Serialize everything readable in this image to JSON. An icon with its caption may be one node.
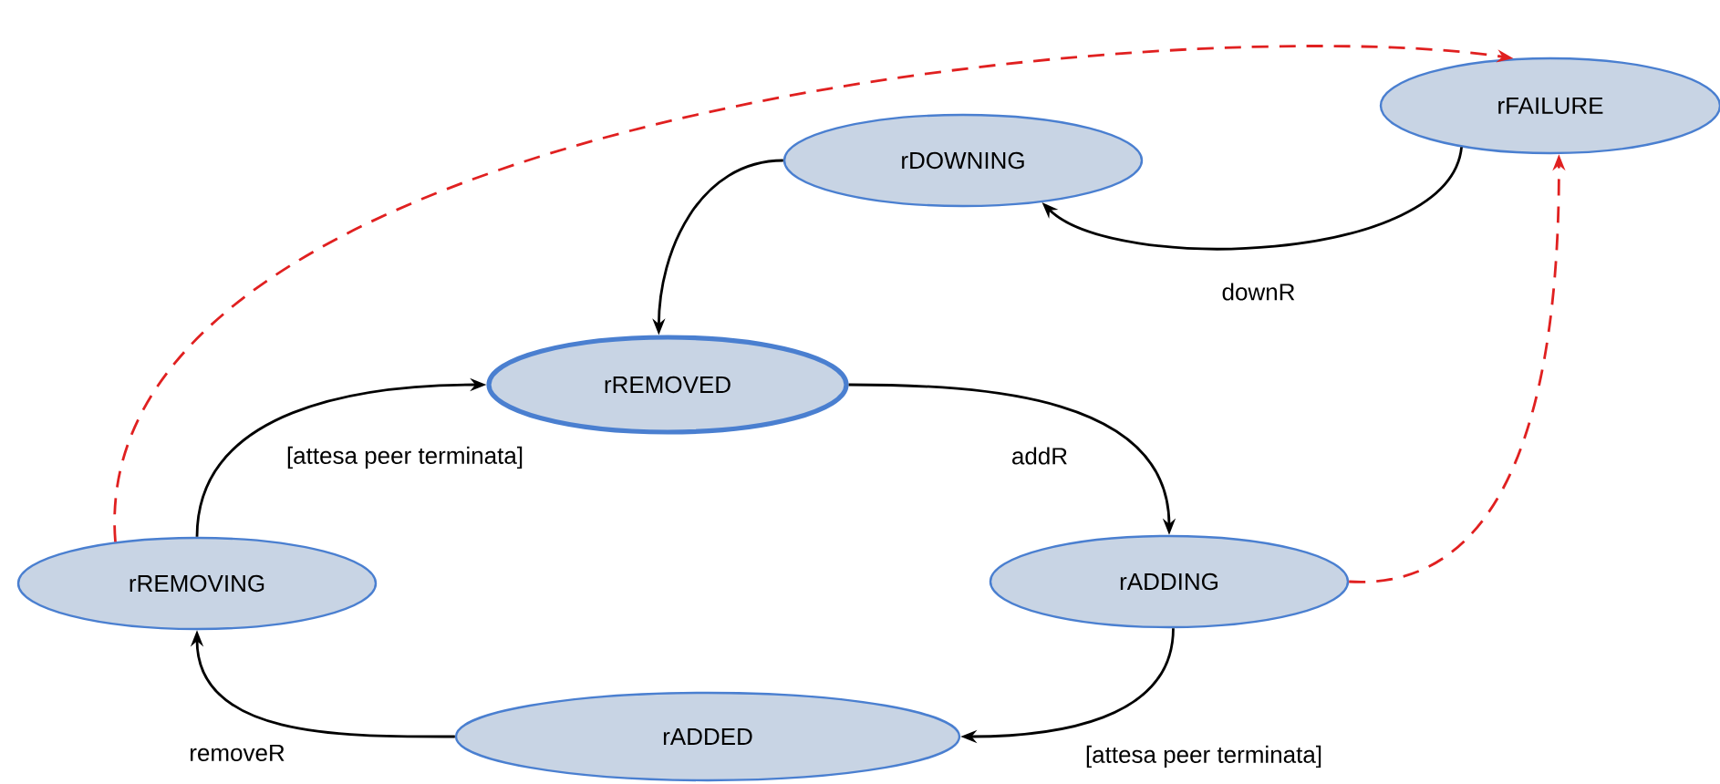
{
  "diagram": {
    "nodes": [
      {
        "text": [
          "rFAILURE"
        ]
      },
      {
        "text": [
          "rDOWNING"
        ]
      },
      {
        "text": [
          "rREMOVED"
        ]
      },
      {
        "text": [
          "rREMOVING"
        ]
      },
      {
        "text": [
          "rADDING"
        ]
      },
      {
        "text": [
          "rADDED"
        ]
      }
    ],
    "edges": [
      {
        "from": 0,
        "to": 1,
        "arrow": "to",
        "label": "downR"
      },
      {
        "from": 1,
        "to": 2,
        "arrow": "to"
      },
      {
        "from": 2,
        "to": 4,
        "arrow": "to",
        "label": "addR"
      },
      {
        "from": 4,
        "to": 5,
        "arrow": "to",
        "label": "[attesa peer terminata]"
      },
      {
        "from": 5,
        "to": 3,
        "arrow": "to",
        "label": "removeR"
      },
      {
        "from": 3,
        "to": 2,
        "arrow": "to",
        "label": "[attesa peer terminata]"
      },
      {
        "from": 3,
        "to": 0,
        "arrow": "to",
        "style": "dashed",
        "color": "#e02020"
      },
      {
        "from": 4,
        "to": 0,
        "arrow": "to",
        "style": "dashed",
        "color": "#e02020"
      }
    ]
  }
}
